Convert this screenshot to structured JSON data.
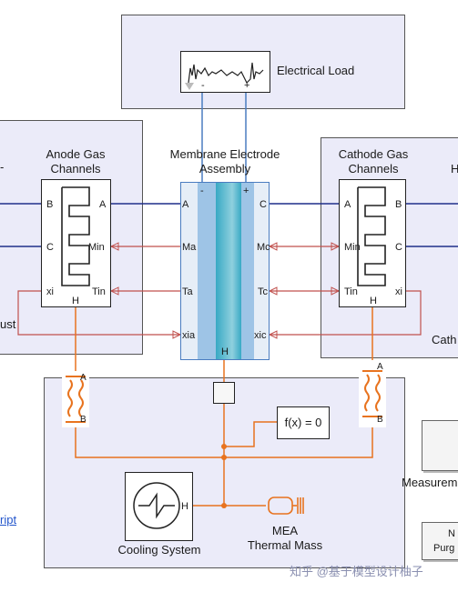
{
  "electrical_load": {
    "label": "Electrical Load",
    "port_neg": "-",
    "port_pos": "+"
  },
  "anode_gas_channels": {
    "title": "Anode Gas Channels",
    "ports": {
      "b": "B",
      "a": "A",
      "c": "C",
      "min": "Min",
      "xi": "xi",
      "tin": "Tin",
      "h": "H"
    }
  },
  "mea": {
    "title": "Membrane Electrode Assembly",
    "ports": {
      "neg": "-",
      "pos": "+",
      "a": "A",
      "c": "C",
      "ma": "Ma",
      "mc": "Mc",
      "ta": "Ta",
      "tc": "Tc",
      "xia": "xia",
      "xic": "xic",
      "h": "H"
    }
  },
  "cathode_gas_channels": {
    "title": "Cathode Gas Channels",
    "ports": {
      "a": "A",
      "b": "B",
      "min": "Min",
      "c": "C",
      "tin": "Tin",
      "xi": "xi",
      "h": "H"
    }
  },
  "left_edge": {
    "text_top": "-",
    "text_bottom": "ust"
  },
  "right_edge": {
    "text_top": "H",
    "text_bottom": "Cath"
  },
  "cooling_system": {
    "label": "Cooling System",
    "port_h": "H"
  },
  "mea_thermal_mass": {
    "label": "MEA\nThermal Mass"
  },
  "fx_block": {
    "label": "f(x) = 0"
  },
  "sensor_left": {
    "a": "A",
    "b": "B"
  },
  "sensor_right": {
    "a": "A",
    "b": "B"
  },
  "link_fragment": "ript",
  "measurements": {
    "label": "Measurem"
  },
  "purge_button": {
    "top": "N",
    "label": "Purg"
  },
  "watermark": "知乎 @基于模型设计柚子",
  "colors": {
    "physical_wire": "#1f2f8a",
    "thermal_wire": "#e8731f",
    "signal_wire": "#c0504d",
    "electrical_wire": "#4a7cc0"
  }
}
